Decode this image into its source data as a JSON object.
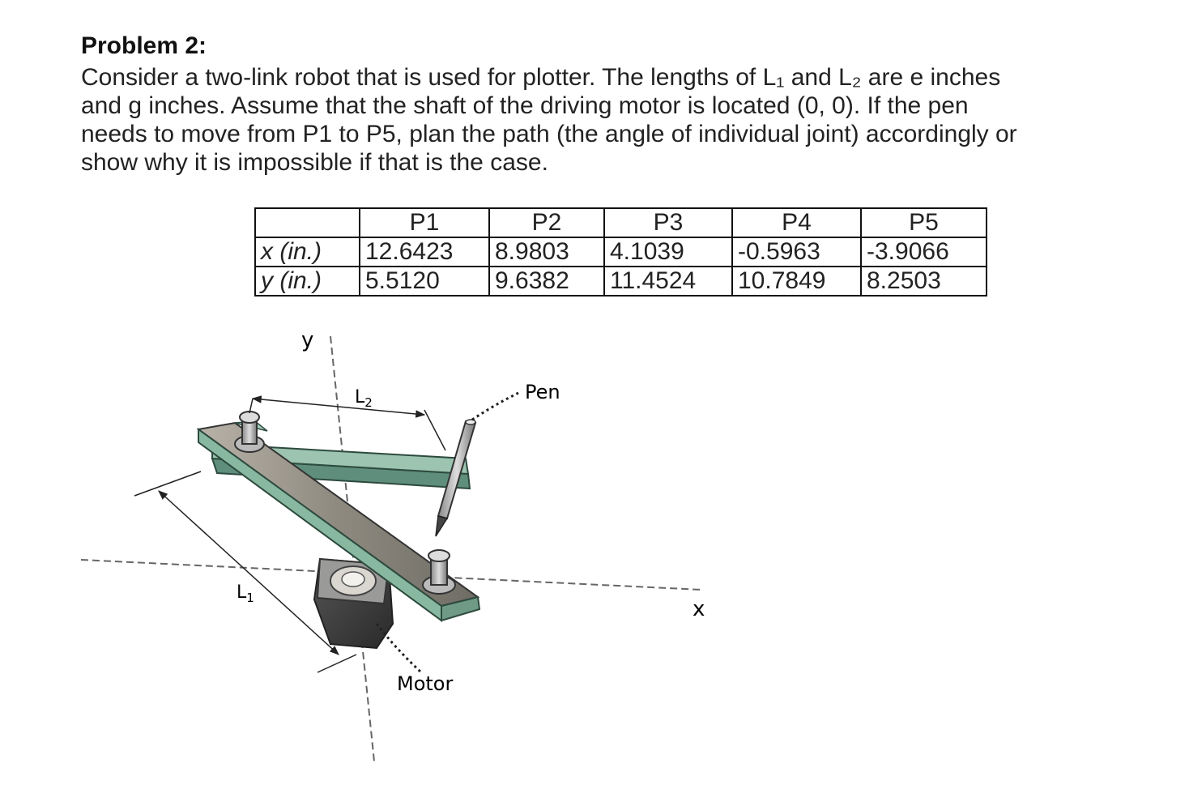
{
  "problem": {
    "title": "Problem 2:",
    "lines": [
      "Consider a two-link robot that is used for plotter. The lengths of L₁ and L₂ are e inches",
      "and g inches. Assume that the shaft of the driving motor is located (0, 0). If the pen",
      "needs to move from P1 to P5, plan the path (the angle of individual joint) accordingly or",
      "show why it is impossible if that is the case."
    ]
  },
  "table": {
    "headers": [
      "",
      "P1",
      "P2",
      "P3",
      "P4",
      "P5"
    ],
    "rows": [
      {
        "label": "x (in.)",
        "values": [
          "12.6423",
          "8.9803",
          "4.1039",
          "-0.5963",
          "-3.9066"
        ]
      },
      {
        "label": "y (in.)",
        "values": [
          "5.5120",
          "9.6382",
          "11.4524",
          "10.7849",
          "8.2503"
        ]
      }
    ]
  },
  "figure": {
    "y_axis_label": "y",
    "x_axis_label": "x",
    "link2_label": "L",
    "link2_sub": "2",
    "link1_label": "L",
    "link1_sub": "1",
    "pen_label": "Pen",
    "motor_label": "Motor"
  }
}
